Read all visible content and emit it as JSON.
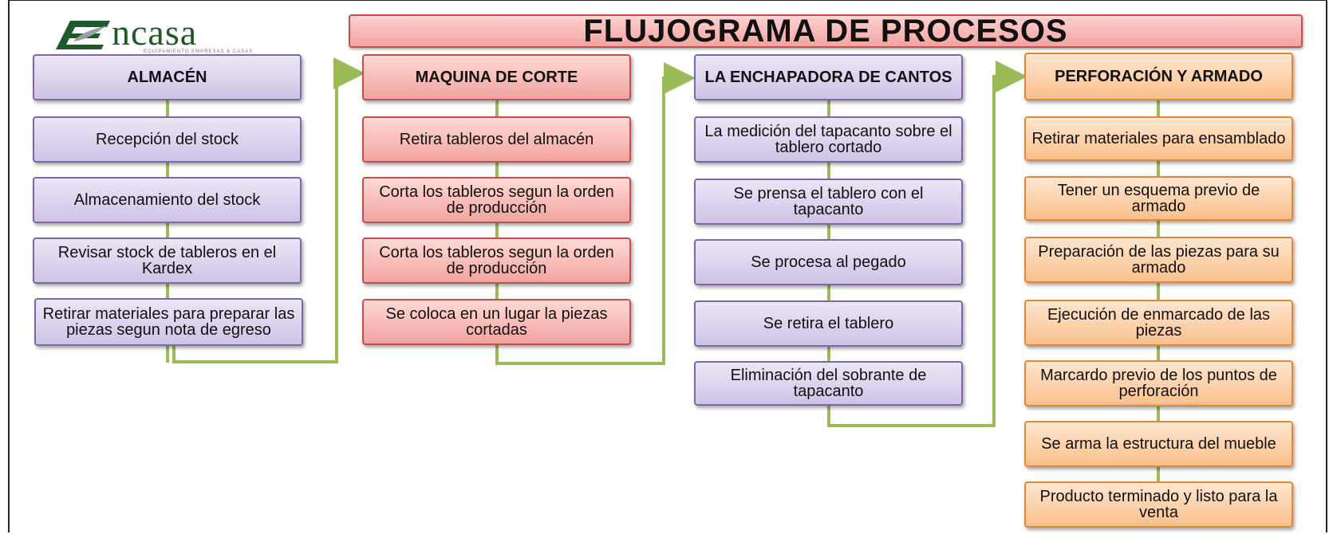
{
  "logo": {
    "wordmark": "ncasa",
    "tagline": "EQUIPAMIENTO EMPRESAS & CASAS"
  },
  "title": "FLUJOGRAMA DE PROCESOS",
  "colors": {
    "purple": "#cfc3e6",
    "red": "#f2a4a0",
    "orange": "#f9c08c",
    "connector": "#9bbb59"
  },
  "columns": [
    {
      "header": "ALMACÉN",
      "steps": [
        "Recepción del stock",
        "Almacenamiento del stock",
        "Revisar stock de tableros en el Kardex",
        "Retirar materiales para preparar las piezas segun nota de egreso"
      ]
    },
    {
      "header": "MAQUINA DE CORTE",
      "steps": [
        "Retira tableros del almacén",
        "Corta los tableros segun la orden de producción",
        "Corta los tableros segun la orden de producción",
        "Se coloca en un lugar la piezas cortadas"
      ]
    },
    {
      "header": "LA ENCHAPADORA DE CANTOS",
      "steps": [
        "La medición del tapacanto sobre el tablero cortado",
        "Se prensa el tablero con el tapacanto",
        "Se procesa al pegado",
        "Se retira el tablero",
        "Eliminación del sobrante de tapacanto"
      ]
    },
    {
      "header": "PERFORACIÓN Y ARMADO",
      "steps": [
        "Retirar materiales para ensamblado",
        "Tener un esquema previo de armado",
        "Preparación de las piezas para su armado",
        "Ejecución de enmarcado de las piezas",
        "Marcardo previo de los puntos de perforación",
        "Se arma la estructura del mueble",
        "Producto terminado y listo para la venta"
      ]
    }
  ]
}
